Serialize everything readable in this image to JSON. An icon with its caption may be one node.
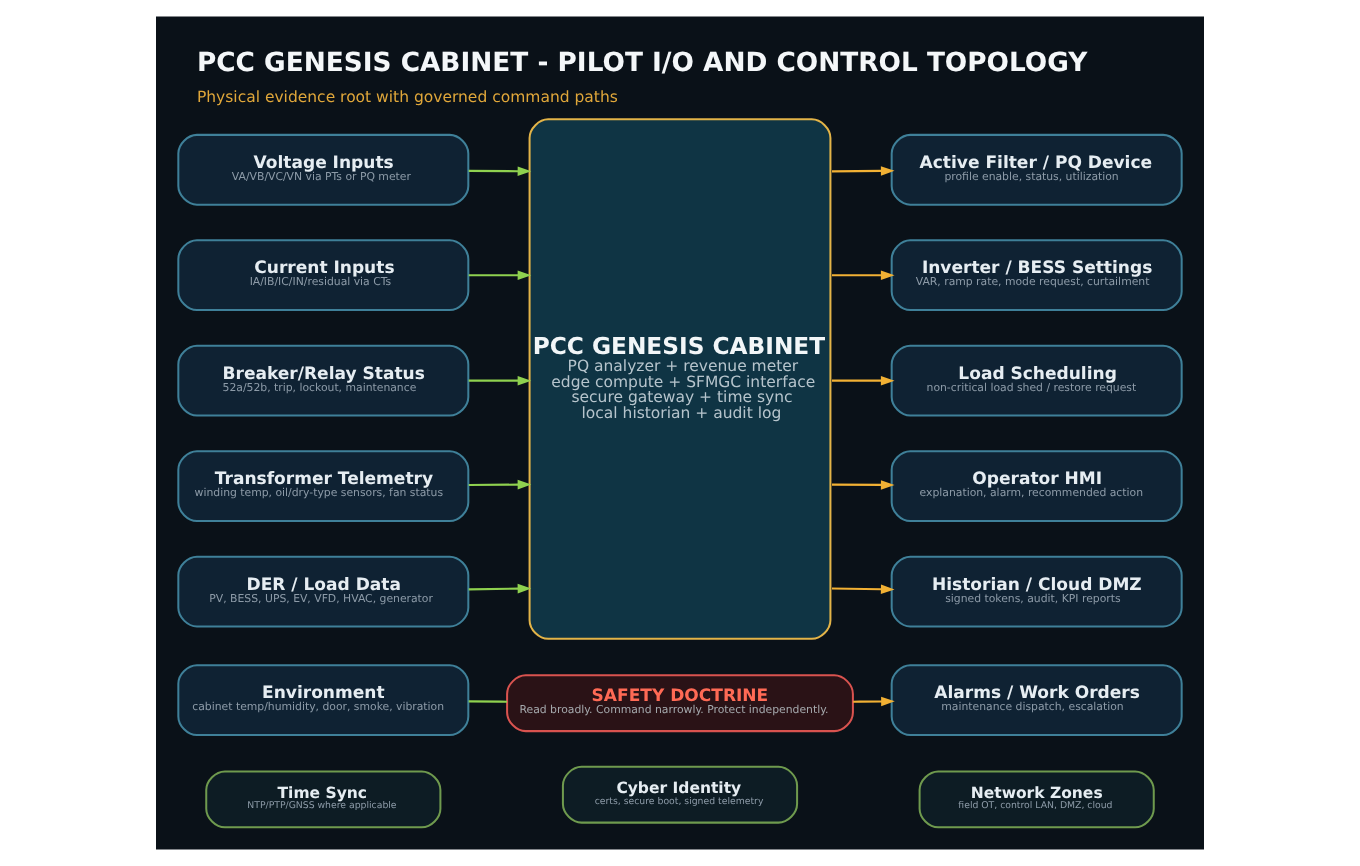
{
  "diagram": {
    "title": "PCC GENESIS CABINET - PILOT I/O AND CONTROL TOPOLOGY",
    "caption": "Physical evidence root with governed command paths",
    "nodes": [
      {
        "text": [
          "Voltage Inputs",
          "VA/VB/VC/VN via PTs or PQ meter"
        ]
      },
      {
        "text": [
          "Current Inputs",
          "IA/IB/IC/IN/residual via CTs"
        ]
      },
      {
        "text": [
          "Breaker/Relay Status",
          "52a/52b, trip, lockout, maintenance"
        ]
      },
      {
        "text": [
          "Transformer Telemetry",
          "winding temp, oil/dry-type sensors, fan status"
        ]
      },
      {
        "text": [
          "DER / Load Data",
          "PV, BESS, UPS, EV, VFD, HVAC, generator"
        ]
      },
      {
        "text": [
          "Environment",
          "cabinet temp/humidity, door, smoke, vibration"
        ]
      },
      {
        "text": [
          "PCC GENESIS CABINET",
          "PQ analyzer + revenue meter",
          "edge compute + SFMGC interface",
          "secure gateway + time sync",
          "local historian + audit log"
        ]
      },
      {
        "text": [
          "SAFETY DOCTRINE",
          "Read broadly. Command narrowly. Protect independently."
        ]
      },
      {
        "text": [
          "Active Filter / PQ Device",
          "profile enable, status, utilization"
        ]
      },
      {
        "text": [
          "Inverter / BESS Settings",
          "VAR, ramp rate, mode request, curtailment"
        ]
      },
      {
        "text": [
          "Load Scheduling",
          "non-critical load shed / restore request"
        ]
      },
      {
        "text": [
          "Operator HMI",
          "explanation, alarm, recommended action"
        ]
      },
      {
        "text": [
          "Historian / Cloud DMZ",
          "signed tokens, audit, KPI reports"
        ]
      },
      {
        "text": [
          "Alarms / Work Orders",
          "maintenance dispatch, escalation"
        ]
      },
      {
        "text": [
          "Time Sync",
          "NTP/PTP/GNSS where applicable"
        ]
      },
      {
        "text": [
          "Cyber Identity",
          "certs, secure boot, signed telemetry"
        ]
      },
      {
        "text": [
          "Network Zones",
          "field OT, control LAN, DMZ, cloud"
        ]
      }
    ],
    "edges": [
      {
        "from": 0,
        "to": 6,
        "arrow": "to",
        "color": "#8fd14f"
      },
      {
        "from": 1,
        "to": 6,
        "arrow": "to",
        "color": "#8fd14f"
      },
      {
        "from": 2,
        "to": 6,
        "arrow": "to",
        "color": "#8fd14f"
      },
      {
        "from": 3,
        "to": 6,
        "arrow": "to",
        "color": "#8fd14f"
      },
      {
        "from": 4,
        "to": 6,
        "arrow": "to",
        "color": "#8fd14f"
      },
      {
        "from": 5,
        "to": 7,
        "arrow": "none",
        "color": "#8fd14f"
      },
      {
        "from": 6,
        "to": 8,
        "arrow": "to",
        "color": "#f2b134"
      },
      {
        "from": 6,
        "to": 9,
        "arrow": "to",
        "color": "#f2b134"
      },
      {
        "from": 6,
        "to": 10,
        "arrow": "to",
        "color": "#f2b134"
      },
      {
        "from": 6,
        "to": 11,
        "arrow": "to",
        "color": "#f2b134"
      },
      {
        "from": 6,
        "to": 12,
        "arrow": "to",
        "color": "#f2b134"
      },
      {
        "from": 7,
        "to": 13,
        "arrow": "to",
        "color": "#f2b134"
      }
    ]
  }
}
